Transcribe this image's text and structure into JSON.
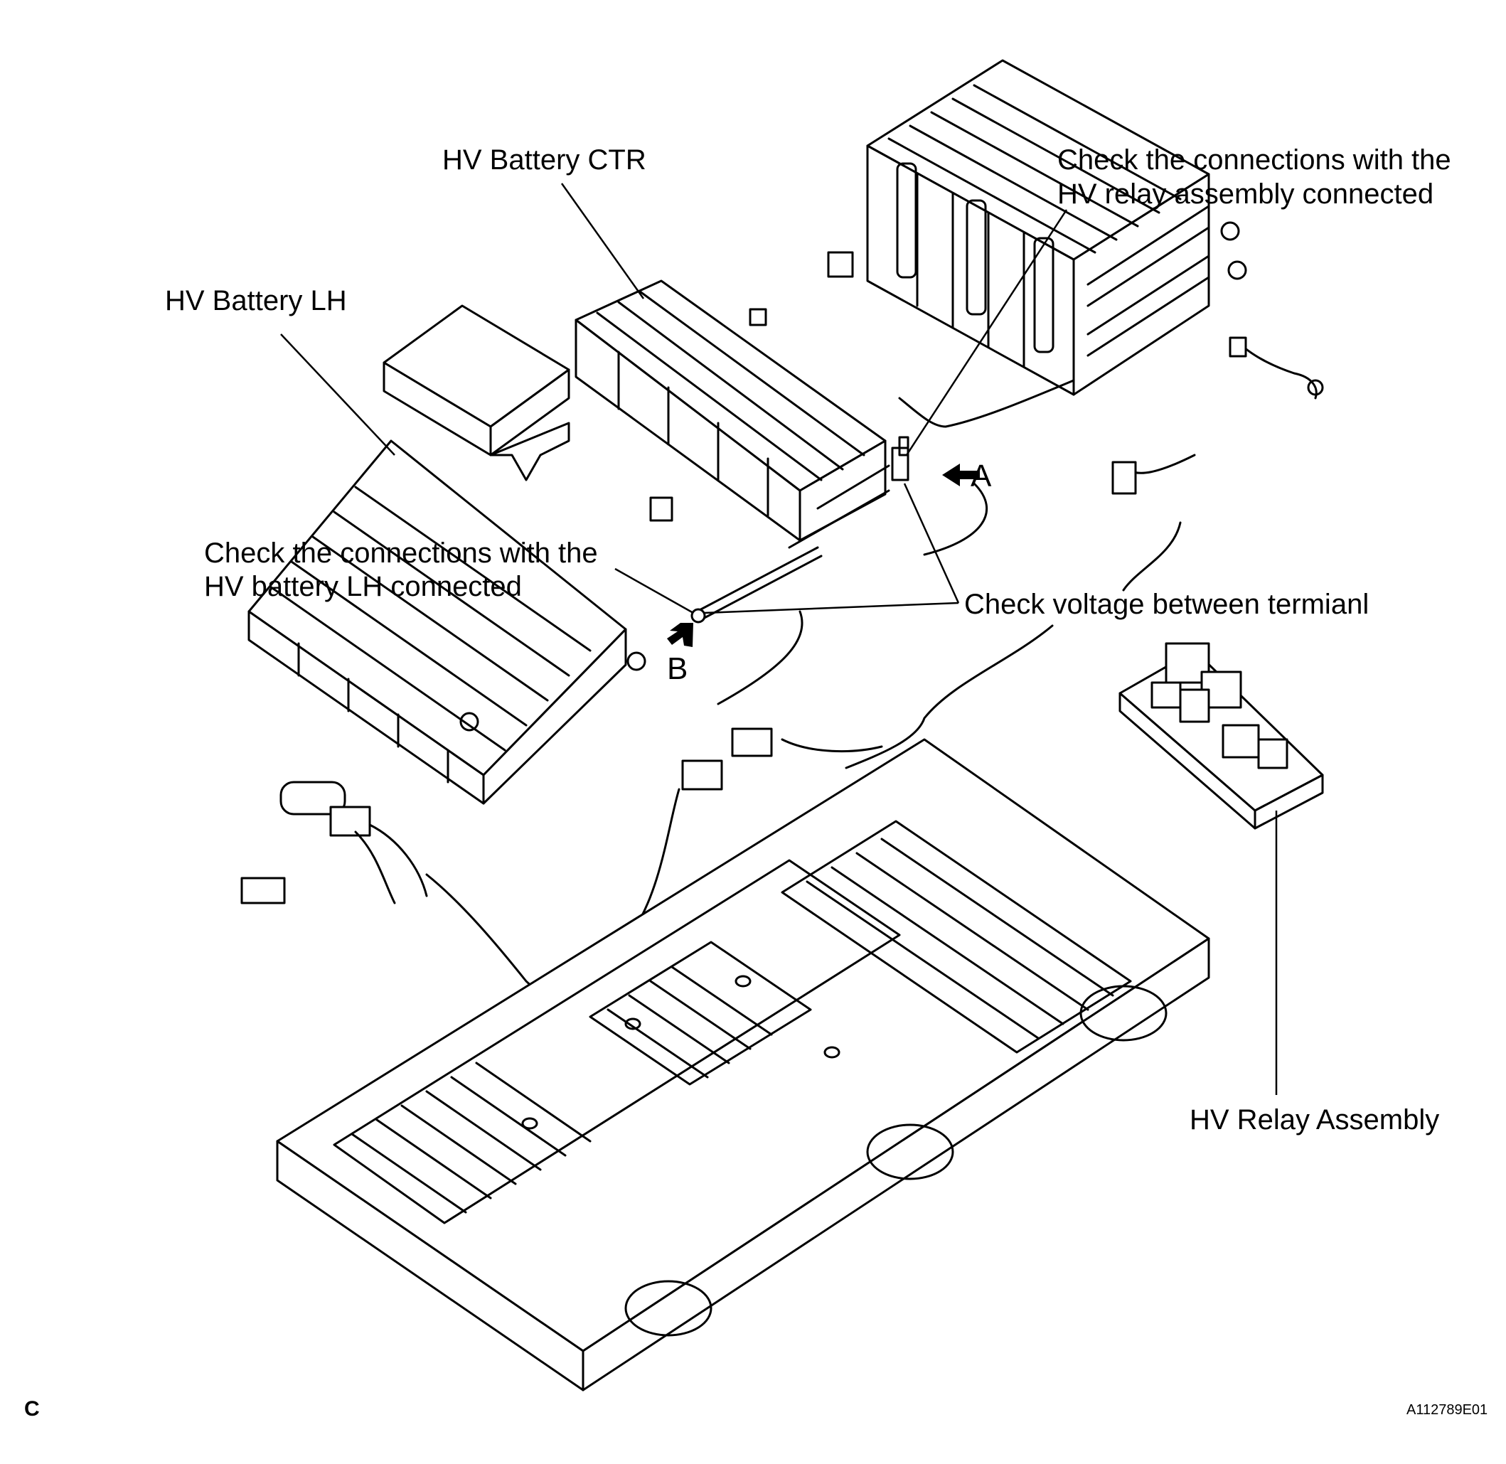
{
  "labels": {
    "hv_battery_ctr": "HV Battery CTR",
    "hv_battery_lh": "HV Battery LH",
    "check_relay_line1": "Check the connections with the",
    "check_relay_line2": "HV relay assembly connected",
    "check_lh_line1": "Check the connections with the",
    "check_lh_line2": "HV battery LH connected",
    "check_voltage": "Check voltage between termianl",
    "hv_relay_assembly": "HV Relay Assembly",
    "point_a": "A",
    "point_b": "B"
  },
  "footer": {
    "corner_letter": "C",
    "figure_code": "A112789E01"
  }
}
